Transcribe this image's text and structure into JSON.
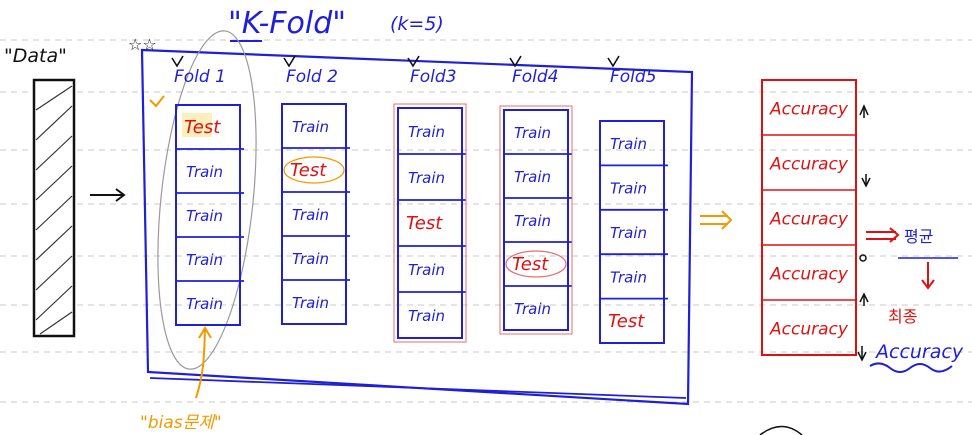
{
  "title": "\"K-Fold\"",
  "k_note": "(k=5)",
  "stars": "☆☆",
  "data_label": "\"Data\"",
  "folds": [
    {
      "label": "Fold 1",
      "cells": [
        "Test",
        "Train",
        "Train",
        "Train",
        "Train"
      ]
    },
    {
      "label": "Fold 2",
      "cells": [
        "Train",
        "Test",
        "Train",
        "Train",
        "Train"
      ]
    },
    {
      "label": "Fold3",
      "cells": [
        "Train",
        "Train",
        "Test",
        "Train",
        "Train"
      ]
    },
    {
      "label": "Fold4",
      "cells": [
        "Train",
        "Train",
        "Train",
        "Test",
        "Train"
      ]
    },
    {
      "label": "Fold5",
      "cells": [
        "Train",
        "Train",
        "Train",
        "Train",
        "Test"
      ]
    }
  ],
  "results": [
    "Accuracy",
    "Accuracy",
    "Accuracy",
    "Accuracy",
    "Accuracy"
  ],
  "avg_label": "평균",
  "final_label": "최종",
  "final_accuracy": "Accuracy",
  "bias_label": "\"bias문제\"",
  "colors": {
    "ink_blue": "#1f1fd6",
    "test_red": "#e01010",
    "highlight_yellow": "#f5a000",
    "orange_pen": "#f29b00",
    "dashed_line": "#bfbfbf",
    "note_gray": "#8a8a8a"
  }
}
